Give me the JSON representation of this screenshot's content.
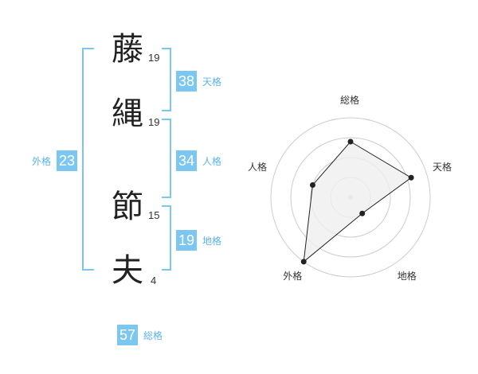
{
  "name": {
    "chars": [
      {
        "char": "藤",
        "strokes": "19"
      },
      {
        "char": "縄",
        "strokes": "19"
      },
      {
        "char": "節",
        "strokes": "15"
      },
      {
        "char": "夫",
        "strokes": "4"
      }
    ]
  },
  "scores": {
    "tenkaku": {
      "value": "38",
      "label": "天格"
    },
    "jinkaku": {
      "value": "34",
      "label": "人格"
    },
    "chikaku": {
      "value": "19",
      "label": "地格"
    },
    "gaikaku": {
      "value": "23",
      "label": "外格"
    },
    "soukaku": {
      "value": "57",
      "label": "総格"
    }
  },
  "chart_data": {
    "type": "radar",
    "axes": [
      "総格",
      "天格",
      "地格",
      "外格",
      "人格"
    ],
    "values": [
      0.7,
      0.8,
      0.25,
      1.0,
      0.5
    ],
    "rings": 4,
    "colors": {
      "fill": "#efefef",
      "stroke": "#222222",
      "ring": "#cccccc",
      "point": "#222222"
    }
  },
  "colors": {
    "accent": "#7cc7f2",
    "bracket": "#7cc7f2",
    "label": "#5bb4ea"
  }
}
